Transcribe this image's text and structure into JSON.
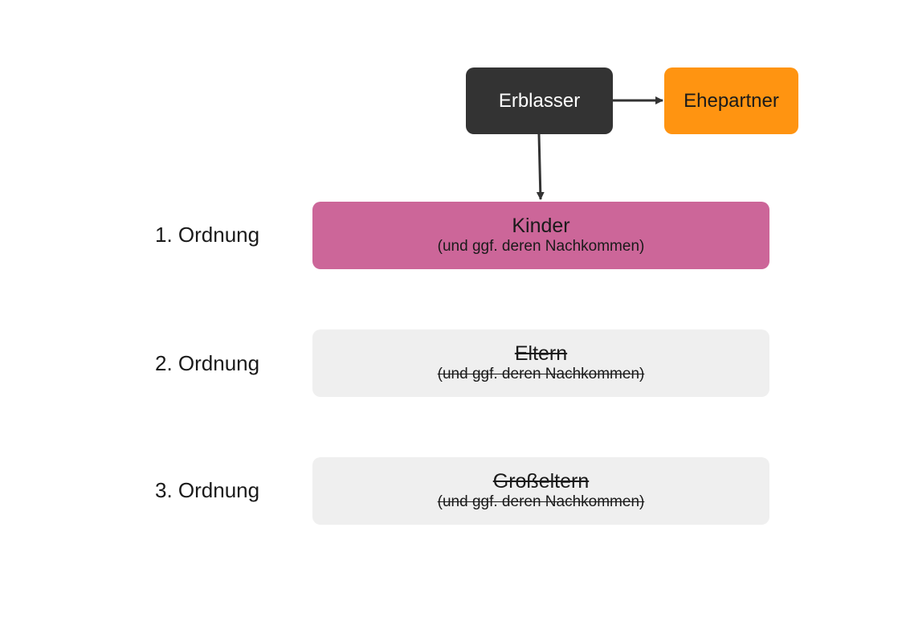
{
  "diagram": {
    "erblasser": "Erblasser",
    "ehepartner": "Ehepartner",
    "orders": [
      {
        "label": "1. Ordnung",
        "title": "Kinder",
        "subtitle": "(und ggf. deren Nachkommen)",
        "struck": false
      },
      {
        "label": "2. Ordnung",
        "title": "Eltern",
        "subtitle": "(und ggf. deren Nachkommen)",
        "struck": true
      },
      {
        "label": "3. Ordnung",
        "title": "Großeltern",
        "subtitle": "(und ggf. deren Nachkommen)",
        "struck": true
      }
    ]
  },
  "colors": {
    "erblasser": "#333333",
    "ehepartner": "#ff9411",
    "active_order": "#cc6699",
    "inactive_order": "#efefef"
  }
}
